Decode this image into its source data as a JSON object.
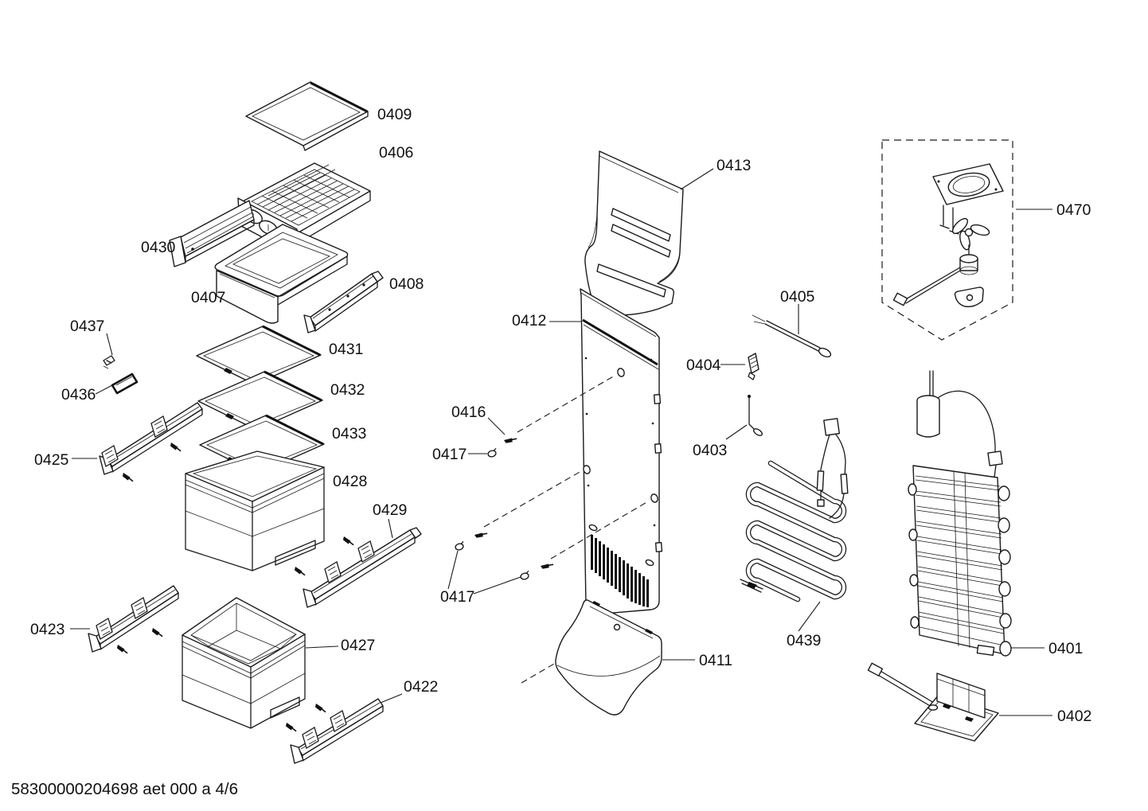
{
  "diagram": {
    "footer": "58300000204698 aet 000 a 4/6",
    "background_color": "#ffffff",
    "line_color": "#1a1a1a"
  },
  "labels": {
    "0401": "0401",
    "0402": "0402",
    "0403": "0403",
    "0404": "0404",
    "0405": "0405",
    "0406": "0406",
    "0407": "0407",
    "0408": "0408",
    "0409": "0409",
    "0411": "0411",
    "0412": "0412",
    "0413": "0413",
    "0416": "0416",
    "0417": "0417",
    "0422": "0422",
    "0423": "0423",
    "0425": "0425",
    "0427": "0427",
    "0428": "0428",
    "0429": "0429",
    "0430": "0430",
    "0431": "0431",
    "0432": "0432",
    "0433": "0433",
    "0436": "0436",
    "0437": "0437",
    "0439": "0439",
    "0470": "0470"
  }
}
